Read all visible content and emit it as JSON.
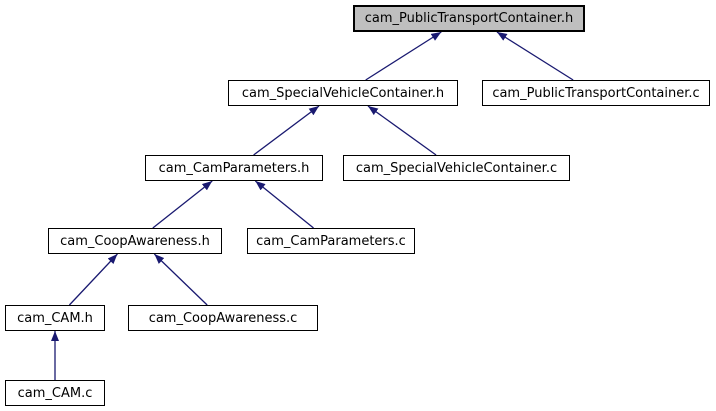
{
  "diagram": {
    "type": "include-dependency-graph",
    "nodes": [
      {
        "id": "cam_PublicTransportContainer_h",
        "label": "cam_PublicTransportContainer.h",
        "highlighted": true
      },
      {
        "id": "cam_SpecialVehicleContainer_h",
        "label": "cam_SpecialVehicleContainer.h",
        "highlighted": false
      },
      {
        "id": "cam_PublicTransportContainer_c",
        "label": "cam_PublicTransportContainer.c",
        "highlighted": false
      },
      {
        "id": "cam_CamParameters_h",
        "label": "cam_CamParameters.h",
        "highlighted": false
      },
      {
        "id": "cam_SpecialVehicleContainer_c",
        "label": "cam_SpecialVehicleContainer.c",
        "highlighted": false
      },
      {
        "id": "cam_CoopAwareness_h",
        "label": "cam_CoopAwareness.h",
        "highlighted": false
      },
      {
        "id": "cam_CamParameters_c",
        "label": "cam_CamParameters.c",
        "highlighted": false
      },
      {
        "id": "cam_CAM_h",
        "label": "cam_CAM.h",
        "highlighted": false
      },
      {
        "id": "cam_CoopAwareness_c",
        "label": "cam_CoopAwareness.c",
        "highlighted": false
      },
      {
        "id": "cam_CAM_c",
        "label": "cam_CAM.c",
        "highlighted": false
      }
    ],
    "edges": [
      {
        "from": "cam_SpecialVehicleContainer_h",
        "to": "cam_PublicTransportContainer_h"
      },
      {
        "from": "cam_PublicTransportContainer_c",
        "to": "cam_PublicTransportContainer_h"
      },
      {
        "from": "cam_CamParameters_h",
        "to": "cam_SpecialVehicleContainer_h"
      },
      {
        "from": "cam_SpecialVehicleContainer_c",
        "to": "cam_SpecialVehicleContainer_h"
      },
      {
        "from": "cam_CoopAwareness_h",
        "to": "cam_CamParameters_h"
      },
      {
        "from": "cam_CamParameters_c",
        "to": "cam_CamParameters_h"
      },
      {
        "from": "cam_CAM_h",
        "to": "cam_CoopAwareness_h"
      },
      {
        "from": "cam_CoopAwareness_c",
        "to": "cam_CoopAwareness_h"
      },
      {
        "from": "cam_CAM_c",
        "to": "cam_CAM_h"
      }
    ],
    "colors": {
      "edge": "#191970",
      "node_fill": "#ffffff",
      "highlight_fill": "#bfbfbf",
      "border": "#000000",
      "text": "#000000",
      "background": "#ffffff"
    }
  }
}
